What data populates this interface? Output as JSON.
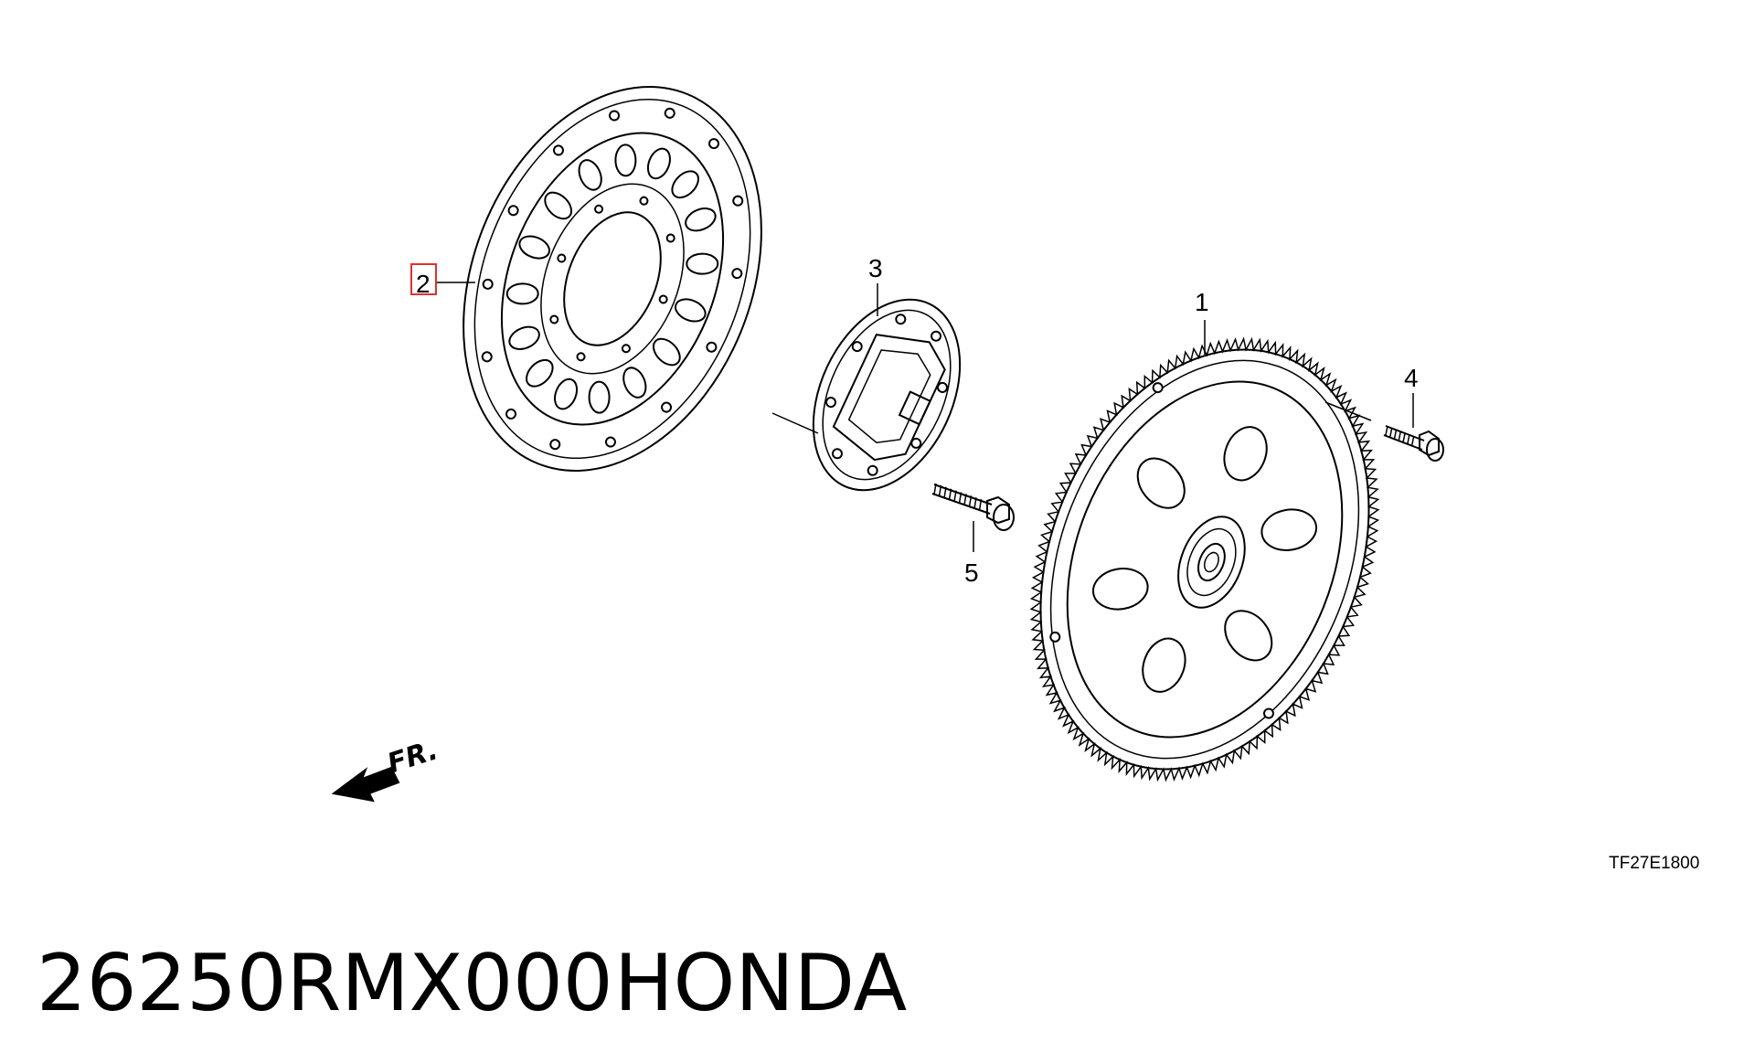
{
  "callouts": {
    "part1": "1",
    "part2": "2",
    "part3": "3",
    "part4": "4",
    "part5": "5"
  },
  "front_indicator": "FR.",
  "drawing_code": "TF27E1800",
  "caption": {
    "part_number": "26250RMX000",
    "brand": "HONDA"
  },
  "colors": {
    "line": "#000000",
    "background": "#ffffff",
    "highlight": "#e03030"
  }
}
